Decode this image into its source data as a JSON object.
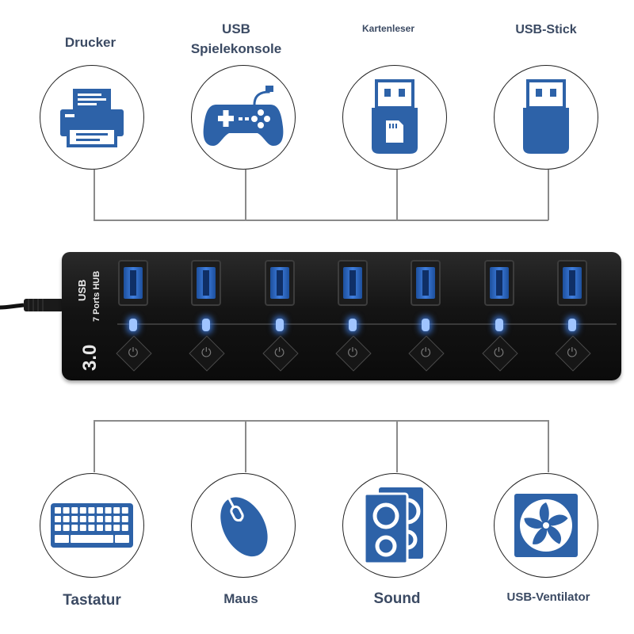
{
  "top_devices": [
    {
      "label": "Drucker",
      "icon": "printer-icon"
    },
    {
      "label": "USB\nSpielekonsole",
      "icon": "gamepad-icon"
    },
    {
      "label": "Kartenleser",
      "icon": "card-reader-icon"
    },
    {
      "label": "USB-Stick",
      "icon": "usb-stick-icon"
    }
  ],
  "bottom_devices": [
    {
      "label": "Tastatur",
      "icon": "keyboard-icon"
    },
    {
      "label": "Maus",
      "icon": "mouse-icon"
    },
    {
      "label": "Sound",
      "icon": "speaker-icon"
    },
    {
      "label": "USB-Ventilator",
      "icon": "fan-icon"
    }
  ],
  "hub": {
    "line1": "USB",
    "line2": "7 Ports HUB",
    "version": "3.0",
    "port_count": 7
  },
  "colors": {
    "icon_blue": "#2d62a8",
    "label_text": "#3b4a63"
  }
}
